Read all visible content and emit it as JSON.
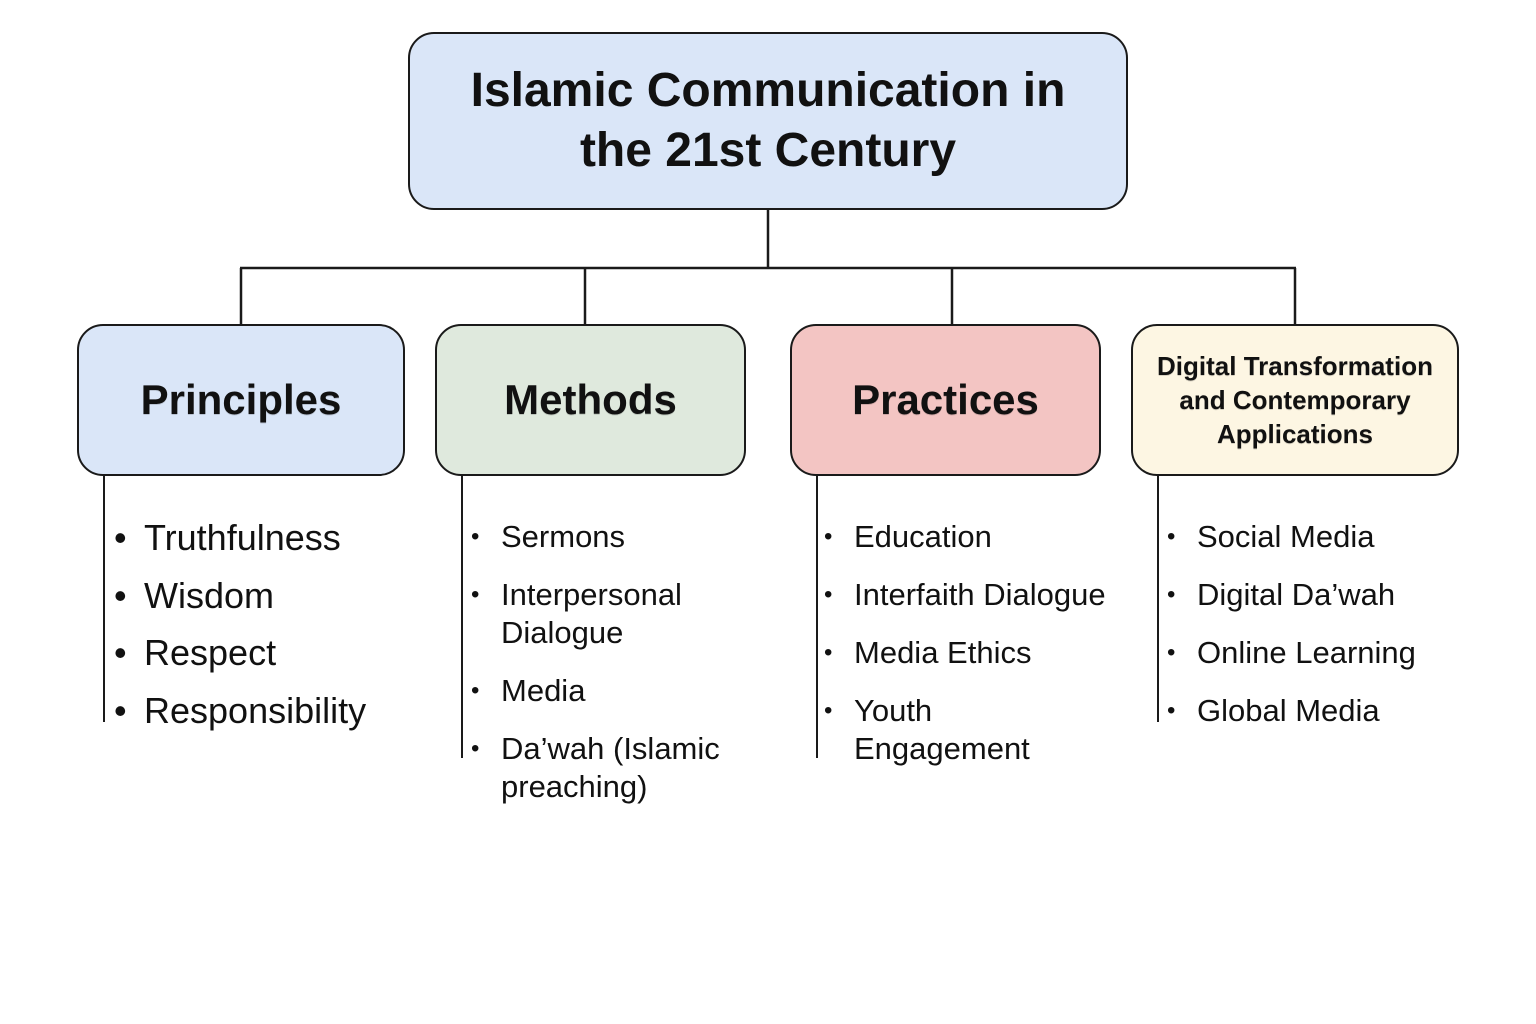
{
  "root": {
    "title": "Islamic Communication in the 21st Century"
  },
  "categories": [
    {
      "title": "Principles",
      "color": "#dae6f8",
      "items": [
        "Truthfulness",
        "Wisdom",
        "Respect",
        "Responsibility"
      ]
    },
    {
      "title": "Methods",
      "color": "#dfe9dd",
      "items": [
        "Sermons",
        "Interpersonal Dialogue",
        "Media",
        "Da’wah (Islamic preaching)"
      ]
    },
    {
      "title": "Practices",
      "color": "#f3c5c3",
      "items": [
        "Education",
        "Interfaith Dialogue",
        "Media Ethics",
        "Youth Engagement"
      ]
    },
    {
      "title": "Digital Transformation and Contemporary Applications",
      "color": "#fdf6e3",
      "items": [
        "Social Media",
        "Digital Da’wah",
        "Online Learning",
        "Global Media"
      ]
    }
  ],
  "colors": {
    "root": "#dae6f8",
    "line": "#1a1a1a"
  }
}
